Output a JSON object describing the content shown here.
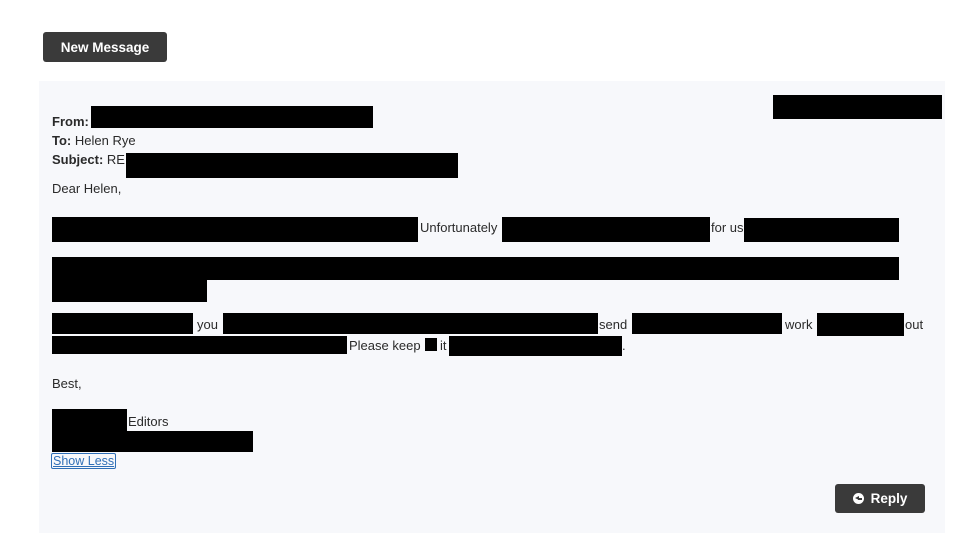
{
  "toolbar": {
    "new_message_label": "New Message"
  },
  "message": {
    "from_label": "From:",
    "to_label": "To:",
    "to_value": "Helen Rye",
    "subject_label": "Subject:",
    "subject_prefix": "RE:",
    "greeting": "Dear Helen,",
    "body": {
      "p1_word1": "Unfortunately",
      "p1_word2": "for us",
      "p3_word1": "you",
      "p3_word2": "send",
      "p3_word3": "work",
      "p3_word4": "out",
      "p3_word5": "Please keep",
      "p3_word6": "it",
      "p3_word7": "."
    },
    "signoff": "Best,",
    "signature_suffix": "Editors",
    "show_less_label": "Show Less",
    "reply_label": "Reply"
  },
  "icons": {
    "reply": "reply-icon"
  },
  "colors": {
    "button_bg": "#3a3a3a",
    "panel_bg": "#f7f8fb",
    "link": "#2f6fb7",
    "redaction": "#000000"
  }
}
